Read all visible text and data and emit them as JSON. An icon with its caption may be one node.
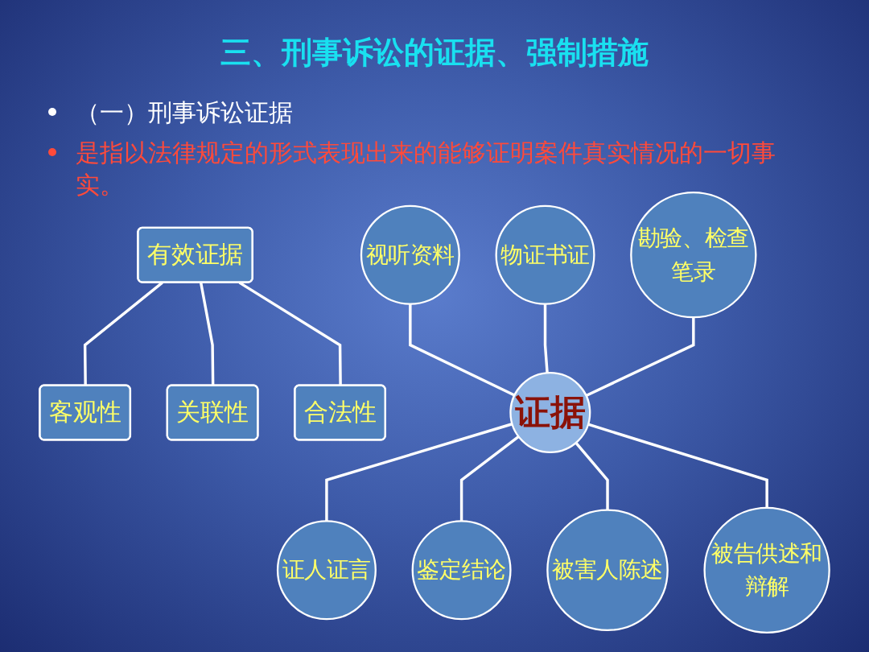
{
  "diagram": {
    "title": "三、刑事诉讼的证据、强制措施",
    "nodes": [
      {
        "text": [
          "有效证据"
        ]
      },
      {
        "text": [
          "客观性"
        ]
      },
      {
        "text": [
          "关联性"
        ]
      },
      {
        "text": [
          "合法性"
        ]
      },
      {
        "text": [
          "视听资料"
        ]
      },
      {
        "text": [
          "物证书证"
        ]
      },
      {
        "text": [
          "勘验、检查笔录"
        ]
      },
      {
        "text": [
          "证据"
        ]
      },
      {
        "text": [
          "证人证言"
        ]
      },
      {
        "text": [
          "鉴定结论"
        ]
      },
      {
        "text": [
          "被害人陈述"
        ]
      },
      {
        "text": [
          "被告供述和辩解"
        ]
      }
    ],
    "edges": [
      {
        "from": 0,
        "to": 1,
        "arrow": "none"
      },
      {
        "from": 0,
        "to": 2,
        "arrow": "none"
      },
      {
        "from": 0,
        "to": 3,
        "arrow": "none"
      },
      {
        "from": 4,
        "to": 7,
        "arrow": "none"
      },
      {
        "from": 5,
        "to": 7,
        "arrow": "none"
      },
      {
        "from": 6,
        "to": 7,
        "arrow": "none"
      },
      {
        "from": 7,
        "to": 8,
        "arrow": "none"
      },
      {
        "from": 7,
        "to": 9,
        "arrow": "none"
      },
      {
        "from": 7,
        "to": 10,
        "arrow": "none"
      },
      {
        "from": 7,
        "to": 11,
        "arrow": "none"
      }
    ],
    "labels": [
      "（一）刑事诉讼证据",
      "是指以法律规定的形式表现出来的能够证明案件真实情况的一切事实。"
    ]
  }
}
